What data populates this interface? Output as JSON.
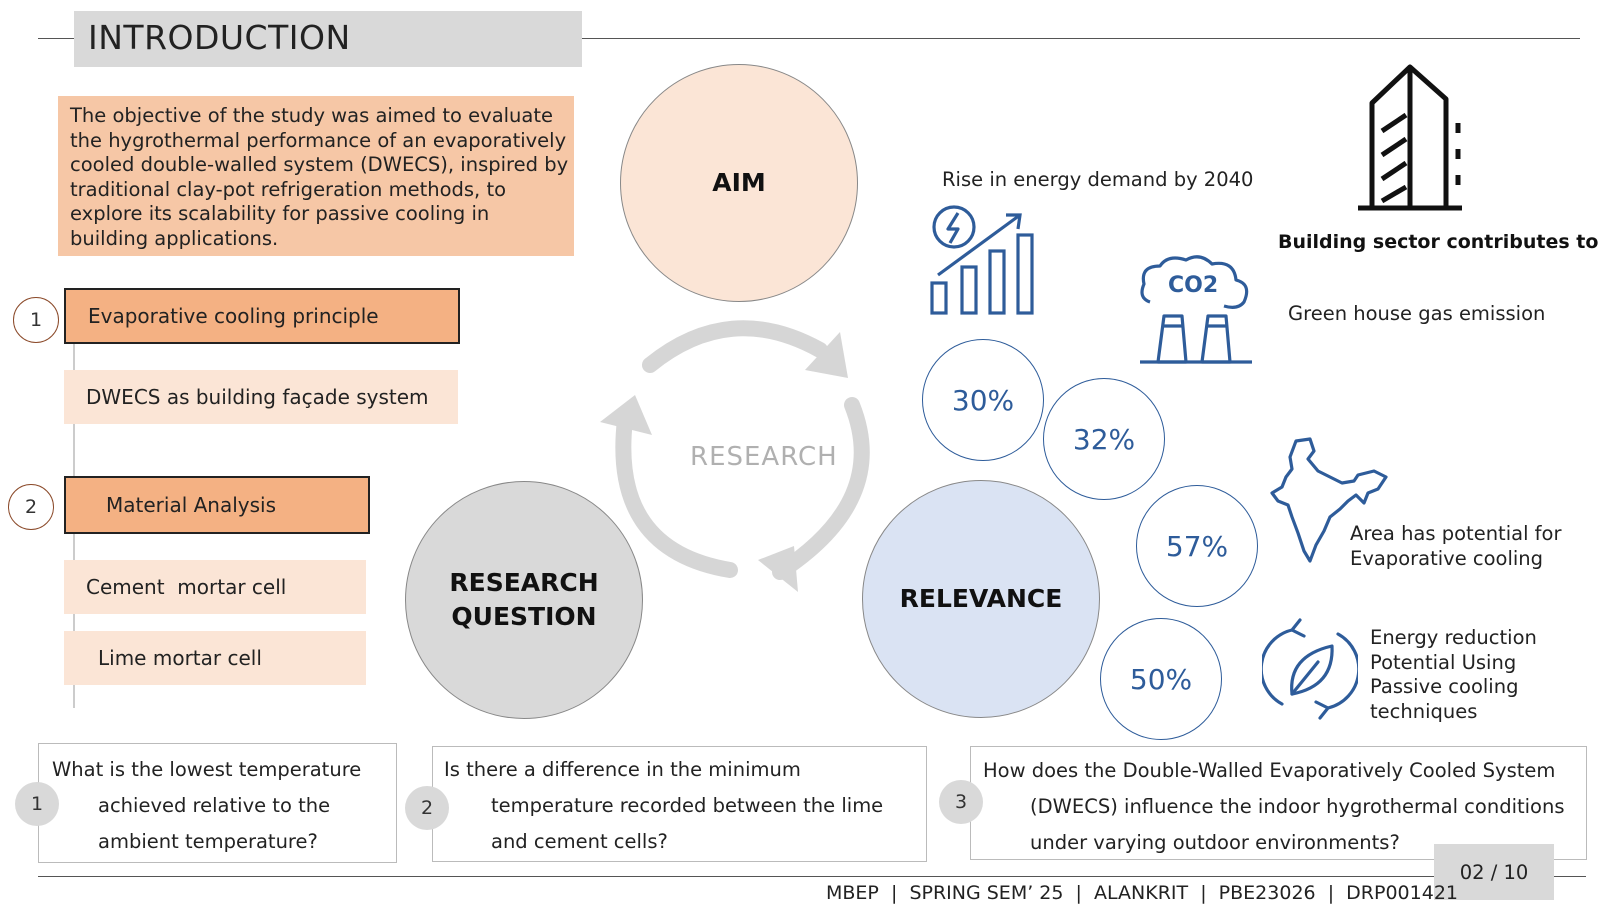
{
  "header": {
    "title": "INTRODUCTION"
  },
  "objective": "The objective of the study was aimed to evaluate the hygrothermal performance of an evaporatively cooled double-walled system (DWECS), inspired by traditional clay-pot refrigeration methods, to explore its scalability for passive cooling in building applications.",
  "aim": {
    "steps": [
      {
        "number": "1",
        "title": "Evaporative cooling principle",
        "sub": [
          "DWECS as building façade system"
        ]
      },
      {
        "number": "2",
        "title": "Material Analysis",
        "sub": [
          "Cement  mortar cell",
          "Lime mortar cell"
        ]
      }
    ]
  },
  "cycle": {
    "aim_label": "AIM",
    "center_label": "RESEARCH",
    "question_label_1": "RESEARCH",
    "question_label_2": "QUESTION",
    "relevance_label": "RELEVANCE"
  },
  "relevance": {
    "energy_demand_label": "Rise in energy demand by 2040",
    "building_sector_label": "Building sector contributes to",
    "ghg_label": "Green house gas emission",
    "potential_label_1": "Area has potential for",
    "potential_label_2": "Evaporative cooling",
    "energy_reduction_lines": [
      "Energy reduction",
      "Potential Using",
      "Passive cooling",
      "techniques"
    ],
    "stats": [
      "30%",
      "32%",
      "57%",
      "50%"
    ],
    "co2_text": "CO2"
  },
  "questions": [
    {
      "number": "1",
      "lines": [
        "What is the lowest temperature",
        "achieved relative to the",
        "ambient temperature?"
      ]
    },
    {
      "number": "2",
      "lines": [
        "Is there a difference in the minimum",
        "temperature recorded between the lime",
        "and cement cells?"
      ]
    },
    {
      "number": "3",
      "lines": [
        "How does the Double-Walled Evaporatively Cooled System",
        "(DWECS) influence the indoor hygrothermal conditions",
        "under varying outdoor environments?"
      ]
    }
  ],
  "footer": {
    "text": "MBEP  |  SPRING SEM’ 25  |  ALANKRIT  |  PBE23026  |  DRP001421",
    "page": "02 / 10"
  },
  "colors": {
    "peach": "#f4b183",
    "light_peach": "#fbe5d6",
    "blue": "#2e5c9a",
    "relevance_fill": "#dae3f3",
    "question_fill": "#d9d9d9"
  }
}
